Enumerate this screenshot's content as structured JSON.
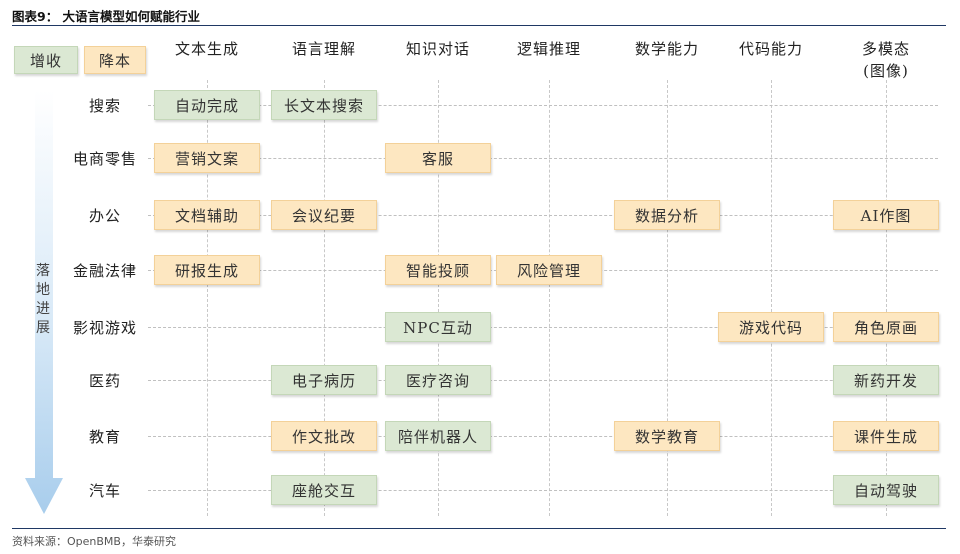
{
  "figure": {
    "title": "图表9： 大语言模型如何赋能行业",
    "source": "资料来源：OpenBMB，华泰研究"
  },
  "legend": {
    "increase": "增收",
    "decrease": "降本"
  },
  "colors": {
    "增收": "#dbe8d3",
    "降本": "#fde7c1",
    "accent_line": "#1f3864",
    "arrow": "#bcd9f1"
  },
  "columns": [
    "文本生成",
    "语言理解",
    "知识对话",
    "逻辑推理",
    "数学能力",
    "代码能力",
    "多模态\n(图像)"
  ],
  "rows": [
    "搜索",
    "电商零售",
    "办公",
    "金融法律",
    "影视游戏",
    "医药",
    "教育",
    "汽车"
  ],
  "arrow_label": "落地进展",
  "arrow_icon": "down-arrow-icon",
  "cells": [
    {
      "row": 0,
      "col": 0,
      "label": "自动完成",
      "type": "增收"
    },
    {
      "row": 0,
      "col": 1,
      "label": "长文本搜索",
      "type": "增收"
    },
    {
      "row": 1,
      "col": 0,
      "label": "营销文案",
      "type": "降本"
    },
    {
      "row": 1,
      "col": 2,
      "label": "客服",
      "type": "降本"
    },
    {
      "row": 2,
      "col": 0,
      "label": "文档辅助",
      "type": "降本"
    },
    {
      "row": 2,
      "col": 1,
      "label": "会议纪要",
      "type": "降本"
    },
    {
      "row": 2,
      "col": 4,
      "label": "数据分析",
      "type": "降本"
    },
    {
      "row": 2,
      "col": 6,
      "label": "AI作图",
      "type": "降本"
    },
    {
      "row": 3,
      "col": 0,
      "label": "研报生成",
      "type": "降本"
    },
    {
      "row": 3,
      "col": 2,
      "label": "智能投顾",
      "type": "降本"
    },
    {
      "row": 3,
      "col": 3,
      "label": "风险管理",
      "type": "降本"
    },
    {
      "row": 4,
      "col": 2,
      "label": "NPC互动",
      "type": "增收"
    },
    {
      "row": 4,
      "col": 5,
      "label": "游戏代码",
      "type": "降本"
    },
    {
      "row": 4,
      "col": 6,
      "label": "角色原画",
      "type": "降本"
    },
    {
      "row": 5,
      "col": 1,
      "label": "电子病历",
      "type": "增收"
    },
    {
      "row": 5,
      "col": 2,
      "label": "医疗咨询",
      "type": "增收"
    },
    {
      "row": 5,
      "col": 6,
      "label": "新药开发",
      "type": "增收"
    },
    {
      "row": 6,
      "col": 1,
      "label": "作文批改",
      "type": "降本"
    },
    {
      "row": 6,
      "col": 2,
      "label": "陪伴机器人",
      "type": "增收"
    },
    {
      "row": 6,
      "col": 4,
      "label": "数学教育",
      "type": "降本"
    },
    {
      "row": 6,
      "col": 6,
      "label": "课件生成",
      "type": "降本"
    },
    {
      "row": 7,
      "col": 1,
      "label": "座舱交互",
      "type": "增收"
    },
    {
      "row": 7,
      "col": 6,
      "label": "自动驾驶",
      "type": "增收"
    }
  ]
}
